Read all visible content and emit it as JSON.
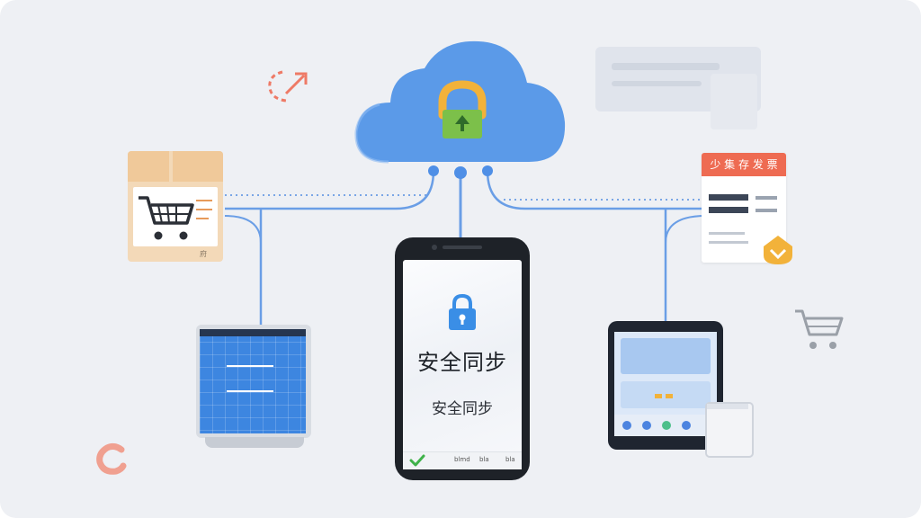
{
  "phone": {
    "title": "安全同步",
    "subtitle": "安全同步",
    "status_left": "blmd",
    "status_right": "bla",
    "status_right2": "bla"
  },
  "invoice": {
    "header": "少 集 存 发 票"
  },
  "box": {
    "note": "府"
  },
  "icons": [
    "cloud-icon",
    "lock-icon",
    "shopping-cart-icon",
    "checkmark-icon",
    "sync-arrow-icon",
    "c-logo-icon"
  ],
  "colors": {
    "cloud": "#5b9ae8",
    "line": "#6a9ee6",
    "invoice_header": "#ee6b52",
    "accent_gold": "#f2b23a"
  }
}
